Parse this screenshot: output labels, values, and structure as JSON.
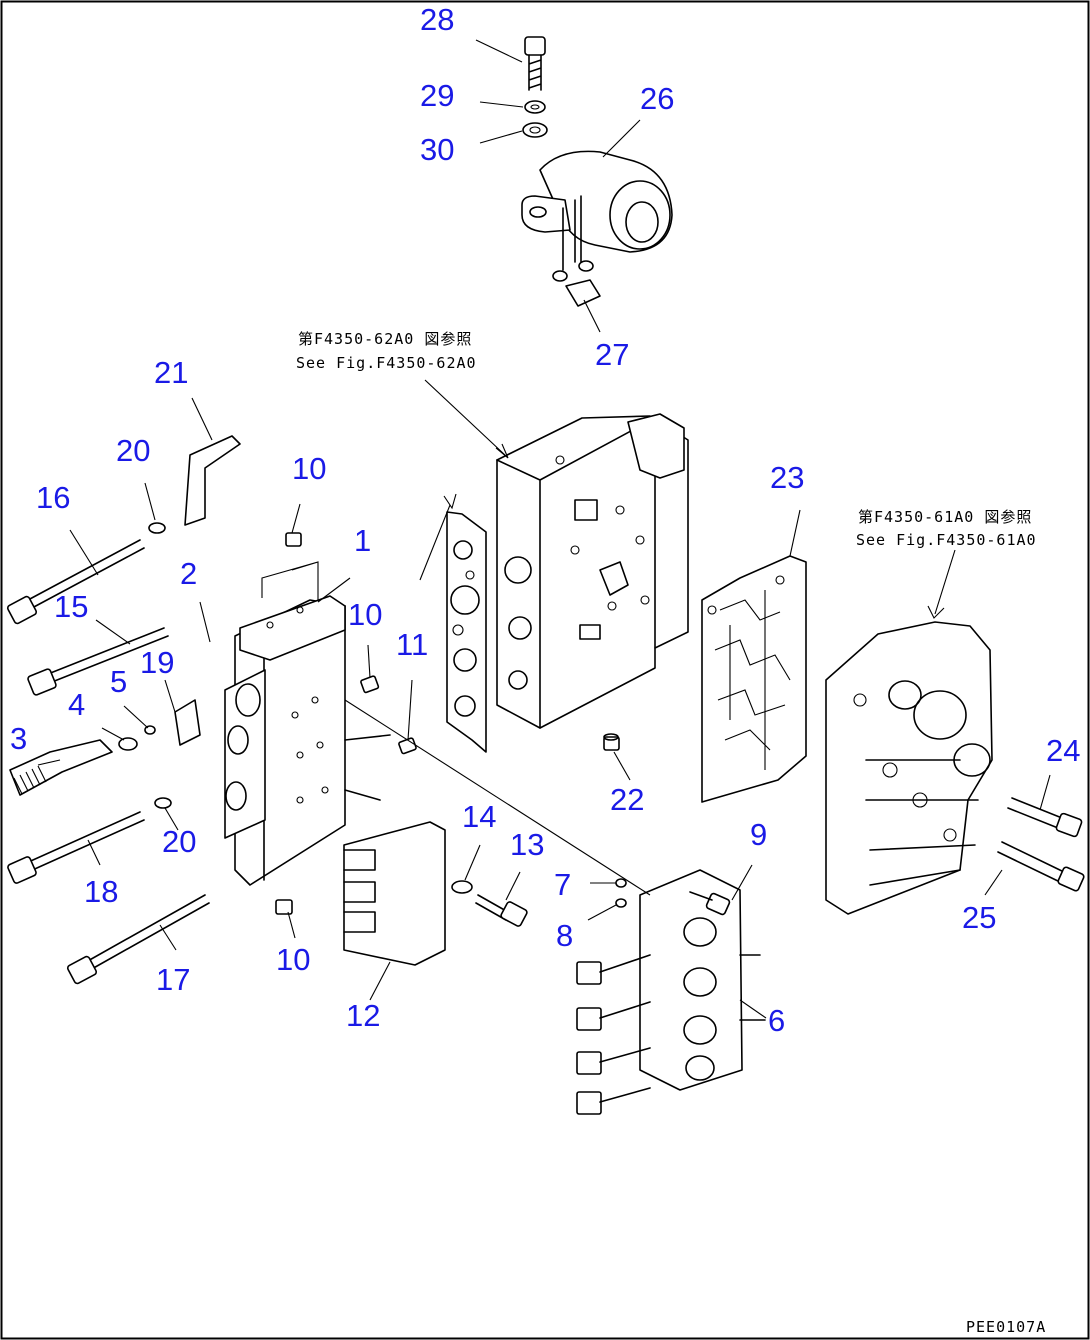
{
  "diagram": {
    "callout_color": "#1a1ae6",
    "line_color": "#000000",
    "references": [
      {
        "line1": "第F4350-62A0 図参照",
        "line2": "See Fig.F4350-62A0"
      },
      {
        "line1": "第F4350-61A0 図参照",
        "line2": "See Fig.F4350-61A0"
      }
    ],
    "drawing_code": "PEE0107A",
    "callouts": [
      {
        "label": "28"
      },
      {
        "label": "29"
      },
      {
        "label": "30"
      },
      {
        "label": "26"
      },
      {
        "label": "27"
      },
      {
        "label": "21"
      },
      {
        "label": "20"
      },
      {
        "label": "16"
      },
      {
        "label": "10"
      },
      {
        "label": "1"
      },
      {
        "label": "2"
      },
      {
        "label": "15"
      },
      {
        "label": "10"
      },
      {
        "label": "11"
      },
      {
        "label": "19"
      },
      {
        "label": "5"
      },
      {
        "label": "4"
      },
      {
        "label": "3"
      },
      {
        "label": "20"
      },
      {
        "label": "18"
      },
      {
        "label": "14"
      },
      {
        "label": "13"
      },
      {
        "label": "10"
      },
      {
        "label": "17"
      },
      {
        "label": "12"
      },
      {
        "label": "23"
      },
      {
        "label": "22"
      },
      {
        "label": "9"
      },
      {
        "label": "7"
      },
      {
        "label": "8"
      },
      {
        "label": "6"
      },
      {
        "label": "24"
      },
      {
        "label": "25"
      }
    ]
  }
}
